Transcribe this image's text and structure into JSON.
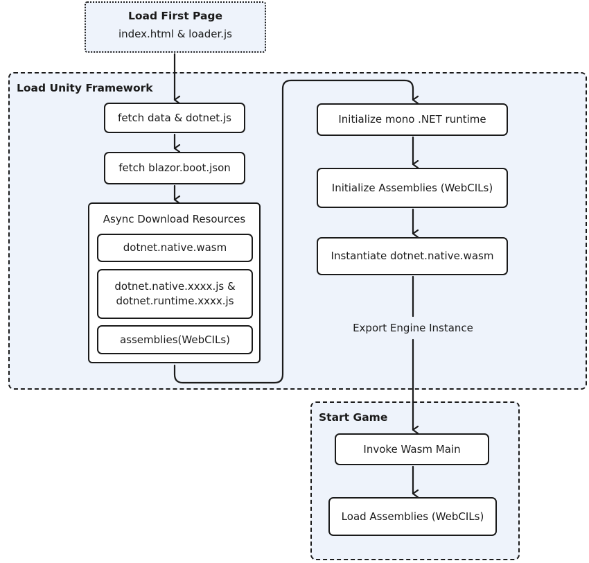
{
  "nodes": {
    "load_first_page": {
      "title": "Load First Page",
      "subtitle": "index.html & loader.js"
    },
    "framework_group": {
      "title": "Load Unity Framework"
    },
    "fetch_data": {
      "label": "fetch data & dotnet.js"
    },
    "fetch_boot": {
      "label": "fetch blazor.boot.json"
    },
    "async_download": {
      "label": "Async Download Resources"
    },
    "native_wasm": {
      "label": "dotnet.native.wasm"
    },
    "native_js_line1": {
      "label": "dotnet.native.xxxx.js &"
    },
    "native_js_line2": {
      "label": "dotnet.runtime.xxxx.js"
    },
    "assemblies": {
      "label": "assemblies(WebCILs)"
    },
    "init_mono": {
      "label": "Initialize mono .NET runtime"
    },
    "init_assemblies": {
      "label": "Initialize Assemblies (WebCILs)"
    },
    "instantiate_wasm": {
      "label": "Instantiate dotnet.native.wasm"
    },
    "start_group": {
      "title": "Start Game"
    },
    "invoke_main": {
      "label": "Invoke Wasm Main"
    },
    "load_assemblies": {
      "label": "Load Assemblies (WebCILs)"
    }
  },
  "edges": {
    "export_label": "Export Engine Instance"
  },
  "colors": {
    "group_fill": "#eef3fb",
    "node_fill": "#ffffff",
    "stroke": "#1a1a1a"
  }
}
